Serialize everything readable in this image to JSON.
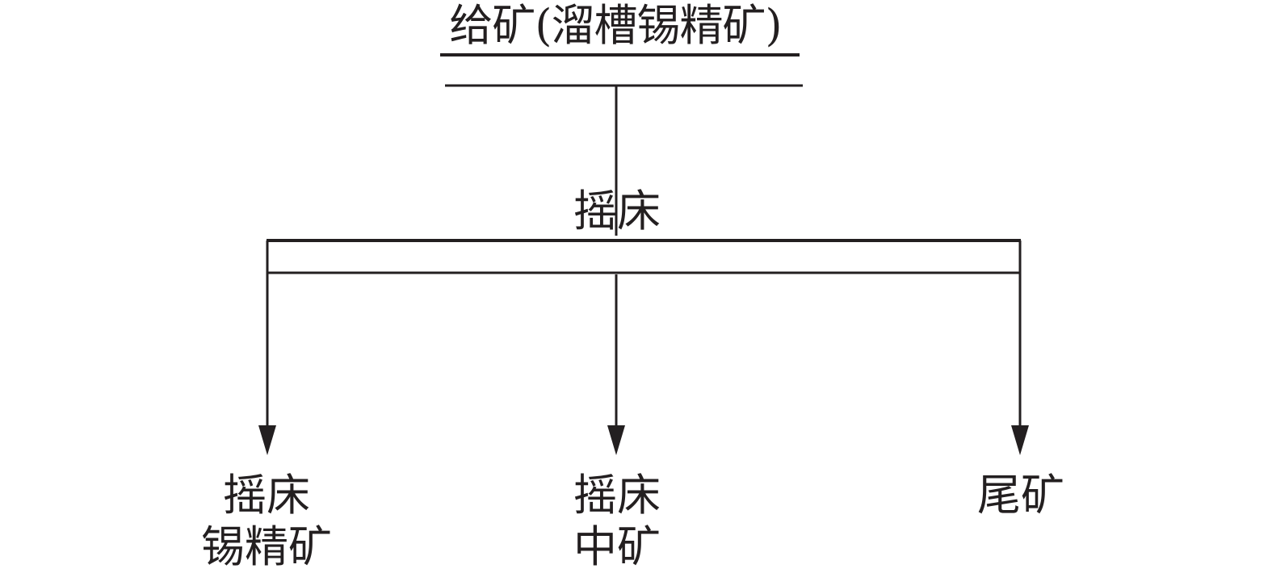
{
  "feed": {
    "label": "给矿(溜槽锡精矿)"
  },
  "process": {
    "label": "摇床"
  },
  "products": [
    {
      "line1": "摇床",
      "line2": "锡精矿"
    },
    {
      "line1": "摇床",
      "line2": "中矿"
    },
    {
      "line1": "尾矿",
      "line2": ""
    }
  ],
  "colors": {
    "line": "#231f20",
    "text": "#231f20",
    "background": "#ffffff"
  }
}
